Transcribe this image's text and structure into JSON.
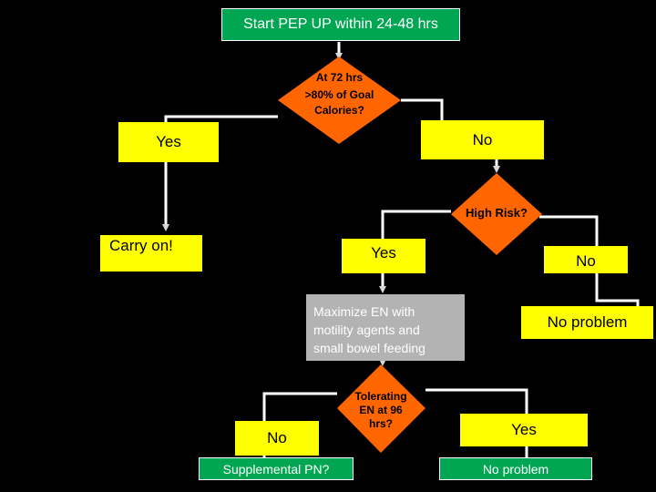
{
  "colors": {
    "decision": "#ff6600",
    "yes_no_box": "#ffff00",
    "green_box": "#00a651",
    "note_box": "#b3b3b3",
    "connector": "#ffffff",
    "background": "#000000"
  },
  "nodes": {
    "start": "Start PEP UP within 24-48 hrs",
    "decision_72": {
      "line1": "At 72 hrs",
      "line2": ">80% of Goal",
      "line3": "Calories?"
    },
    "yes_72": "Yes",
    "no_72": "No",
    "carry_on": "Carry on!",
    "high_risk": "High Risk?",
    "yes_risk": "Yes",
    "no_risk": "No",
    "maximize": {
      "line1": "Maximize EN with",
      "line2": "motility agents and",
      "line3": "small bowel feeding"
    },
    "no_problem_1": "No problem",
    "decision_96": {
      "line1": "Tolerating",
      "line2": "EN at 96",
      "line3": "hrs?"
    },
    "no_96": "No",
    "yes_96": "Yes",
    "supplemental": "Supplemental PN?",
    "no_problem_2": "No problem"
  }
}
